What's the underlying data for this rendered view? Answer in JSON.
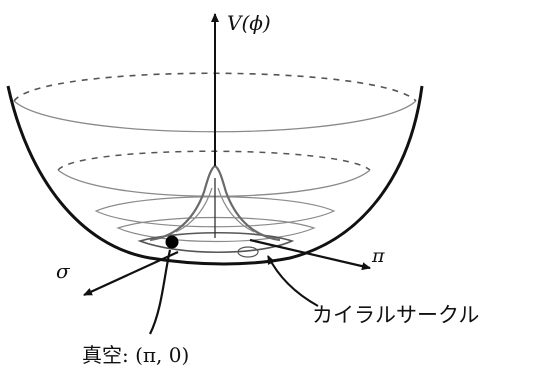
{
  "labels": {
    "potential_axis": "V(ϕ)",
    "sigma_axis": "σ",
    "pi_axis": "π",
    "chiral_circle": "カイラルサークル",
    "vacuum": "真空: (π, 0)"
  },
  "colors": {
    "bowl_outline": "#111111",
    "bowl_mesh": "#8a8a8a",
    "peak": "#6a6a6a",
    "axes": "#111111"
  }
}
